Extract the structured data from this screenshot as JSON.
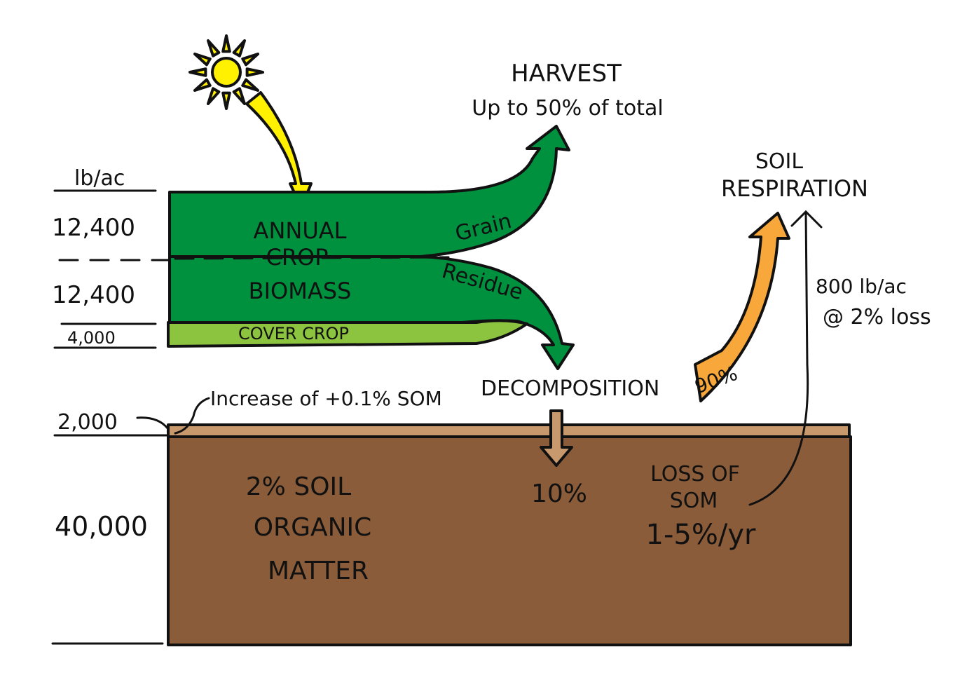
{
  "colors": {
    "crop_green": "#00913f",
    "cover_green": "#8cc43f",
    "sun_yellow": "#fff100",
    "respiration_orange": "#f8a83a",
    "soil_brown": "#8b5c3a",
    "soil_top": "#c8996c",
    "ink": "#111111"
  },
  "icons": {
    "sun": "sun-icon"
  },
  "scale": {
    "unit_label": "lb/ac",
    "grain_value": "12,400",
    "residue_value": "12,400",
    "cover_value": "4,000",
    "increase_value": "2,000",
    "soil_value": "40,000"
  },
  "crop": {
    "title_line1": "ANNUAL",
    "title_line2": "CROP",
    "title_line3": "BIOMASS",
    "grain_label": "Grain",
    "residue_label": "Residue",
    "cover_label": "COVER CROP"
  },
  "harvest": {
    "title": "HARVEST",
    "subtitle": "Up to 50% of total"
  },
  "respiration": {
    "line1": "SOIL",
    "line2": "RESPIRATION",
    "percent": "90%",
    "loss_line1": "800 lb/ac",
    "loss_line2": "@ 2% loss"
  },
  "decomposition": {
    "label": "DECOMPOSITION",
    "to_soil_percent": "10%"
  },
  "som": {
    "increase_note": "Increase of +0.1% SOM",
    "line1": "2% SOIL",
    "line2": "ORGANIC",
    "line3": "MATTER",
    "loss_line1": "LOSS OF",
    "loss_line2": "SOM",
    "loss_line3": "1-5%/yr"
  }
}
